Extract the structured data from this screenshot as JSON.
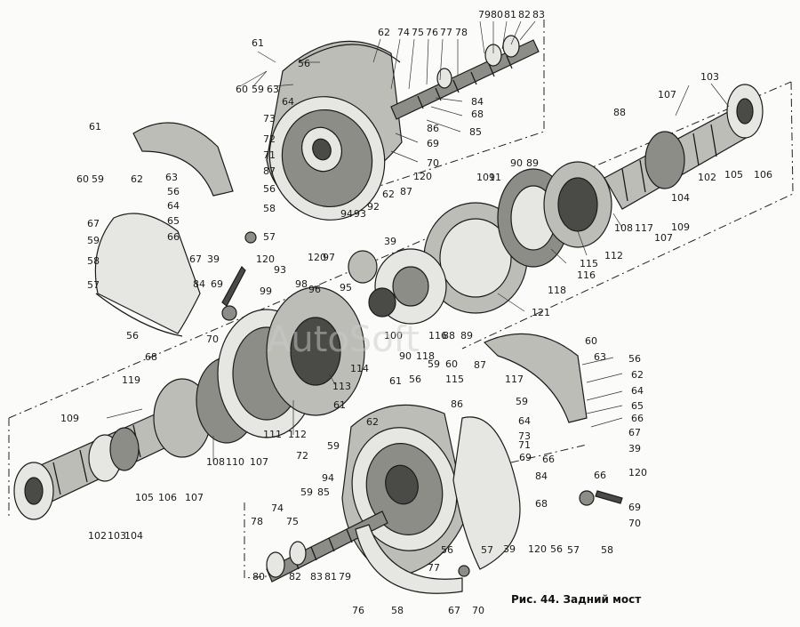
{
  "caption": "Рис. 44. Задний мост",
  "watermark": "AutoSoft",
  "callouts": [
    "61",
    "60",
    "59",
    "63",
    "56",
    "62",
    "74",
    "75",
    "76",
    "77",
    "78",
    "79",
    "80",
    "81",
    "82",
    "83",
    "64",
    "84",
    "73",
    "68",
    "86",
    "85",
    "72",
    "69",
    "71",
    "70",
    "120",
    "87",
    "67",
    "92",
    "94",
    "93",
    "91",
    "90",
    "89",
    "88",
    "107",
    "103",
    "102",
    "105",
    "106",
    "104",
    "109",
    "108",
    "117",
    "112",
    "115",
    "116",
    "118",
    "121",
    "97",
    "96",
    "95",
    "98",
    "99",
    "100",
    "101",
    "119",
    "114",
    "113",
    "111",
    "110",
    "66",
    "65",
    "58",
    "57",
    "39",
    "57",
    "58",
    "109",
    "102",
    "103",
    "104",
    "105"
  ],
  "labels": [
    {
      "t": "61"
    },
    {
      "t": "60"
    },
    {
      "t": "59"
    },
    {
      "t": "63"
    },
    {
      "t": "56"
    },
    {
      "t": "62"
    },
    {
      "t": "74"
    },
    {
      "t": "75"
    },
    {
      "t": "76"
    },
    {
      "t": "77"
    },
    {
      "t": "78"
    },
    {
      "t": "79"
    },
    {
      "t": "80"
    },
    {
      "t": "81"
    },
    {
      "t": "82"
    },
    {
      "t": "83"
    },
    {
      "t": "64"
    },
    {
      "t": "84"
    },
    {
      "t": "73"
    },
    {
      "t": "68"
    },
    {
      "t": "86"
    },
    {
      "t": "85"
    },
    {
      "t": "72"
    },
    {
      "t": "69"
    },
    {
      "t": "71"
    },
    {
      "t": "70"
    },
    {
      "t": "120"
    },
    {
      "t": "87"
    },
    {
      "t": "62"
    },
    {
      "t": "92"
    },
    {
      "t": "94"
    },
    {
      "t": "93"
    },
    {
      "t": "39"
    },
    {
      "t": "61"
    },
    {
      "t": "60"
    },
    {
      "t": "59"
    },
    {
      "t": "62"
    },
    {
      "t": "63"
    },
    {
      "t": "56"
    },
    {
      "t": "64"
    },
    {
      "t": "65"
    },
    {
      "t": "66"
    },
    {
      "t": "67"
    },
    {
      "t": "39"
    },
    {
      "t": "120"
    },
    {
      "t": "87"
    },
    {
      "t": "56"
    },
    {
      "t": "58"
    },
    {
      "t": "57"
    },
    {
      "t": "67"
    },
    {
      "t": "59"
    },
    {
      "t": "58"
    },
    {
      "t": "57"
    },
    {
      "t": "56"
    },
    {
      "t": "68"
    },
    {
      "t": "84"
    },
    {
      "t": "69"
    },
    {
      "t": "70"
    },
    {
      "t": "101"
    },
    {
      "t": "91"
    },
    {
      "t": "90"
    },
    {
      "t": "89"
    },
    {
      "t": "88"
    },
    {
      "t": "107"
    },
    {
      "t": "103"
    },
    {
      "t": "102"
    },
    {
      "t": "105"
    },
    {
      "t": "106"
    },
    {
      "t": "104"
    },
    {
      "t": "109"
    },
    {
      "t": "108"
    },
    {
      "t": "117"
    },
    {
      "t": "107"
    },
    {
      "t": "112"
    },
    {
      "t": "115"
    },
    {
      "t": "116"
    },
    {
      "t": "118"
    },
    {
      "t": "121"
    },
    {
      "t": "120"
    },
    {
      "t": "97"
    },
    {
      "t": "96"
    },
    {
      "t": "95"
    },
    {
      "t": "93"
    },
    {
      "t": "98"
    },
    {
      "t": "99"
    },
    {
      "t": "100"
    },
    {
      "t": "116"
    },
    {
      "t": "88"
    },
    {
      "t": "89"
    },
    {
      "t": "90"
    },
    {
      "t": "118"
    },
    {
      "t": "119"
    },
    {
      "t": "109"
    },
    {
      "t": "102"
    },
    {
      "t": "103"
    },
    {
      "t": "104"
    },
    {
      "t": "105"
    },
    {
      "t": "106"
    },
    {
      "t": "107"
    },
    {
      "t": "108"
    },
    {
      "t": "110"
    },
    {
      "t": "107"
    },
    {
      "t": "111"
    },
    {
      "t": "112"
    },
    {
      "t": "113"
    },
    {
      "t": "114"
    },
    {
      "t": "115"
    },
    {
      "t": "61"
    },
    {
      "t": "59"
    },
    {
      "t": "60"
    },
    {
      "t": "63"
    },
    {
      "t": "56"
    },
    {
      "t": "62"
    },
    {
      "t": "64"
    },
    {
      "t": "65"
    },
    {
      "t": "66"
    },
    {
      "t": "67"
    },
    {
      "t": "39"
    },
    {
      "t": "120"
    },
    {
      "t": "87"
    },
    {
      "t": "59"
    },
    {
      "t": "60"
    },
    {
      "t": "61"
    },
    {
      "t": "56"
    },
    {
      "t": "62"
    },
    {
      "t": "86"
    },
    {
      "t": "117"
    },
    {
      "t": "59"
    },
    {
      "t": "64"
    },
    {
      "t": "73"
    },
    {
      "t": "71"
    },
    {
      "t": "69"
    },
    {
      "t": "66"
    },
    {
      "t": "84"
    },
    {
      "t": "68"
    },
    {
      "t": "72"
    },
    {
      "t": "94"
    },
    {
      "t": "59"
    },
    {
      "t": "85"
    },
    {
      "t": "74"
    },
    {
      "t": "75"
    },
    {
      "t": "78"
    },
    {
      "t": "80"
    },
    {
      "t": "82"
    },
    {
      "t": "83"
    },
    {
      "t": "81"
    },
    {
      "t": "79"
    },
    {
      "t": "77"
    },
    {
      "t": "76"
    },
    {
      "t": "58"
    },
    {
      "t": "56"
    },
    {
      "t": "57"
    },
    {
      "t": "67"
    },
    {
      "t": "70"
    },
    {
      "t": "39"
    },
    {
      "t": "120"
    },
    {
      "t": "56"
    },
    {
      "t": "57"
    },
    {
      "t": "58"
    },
    {
      "t": "66"
    },
    {
      "t": "69"
    },
    {
      "t": "70"
    },
    {
      "t": "84"
    },
    {
      "t": "68"
    }
  ]
}
